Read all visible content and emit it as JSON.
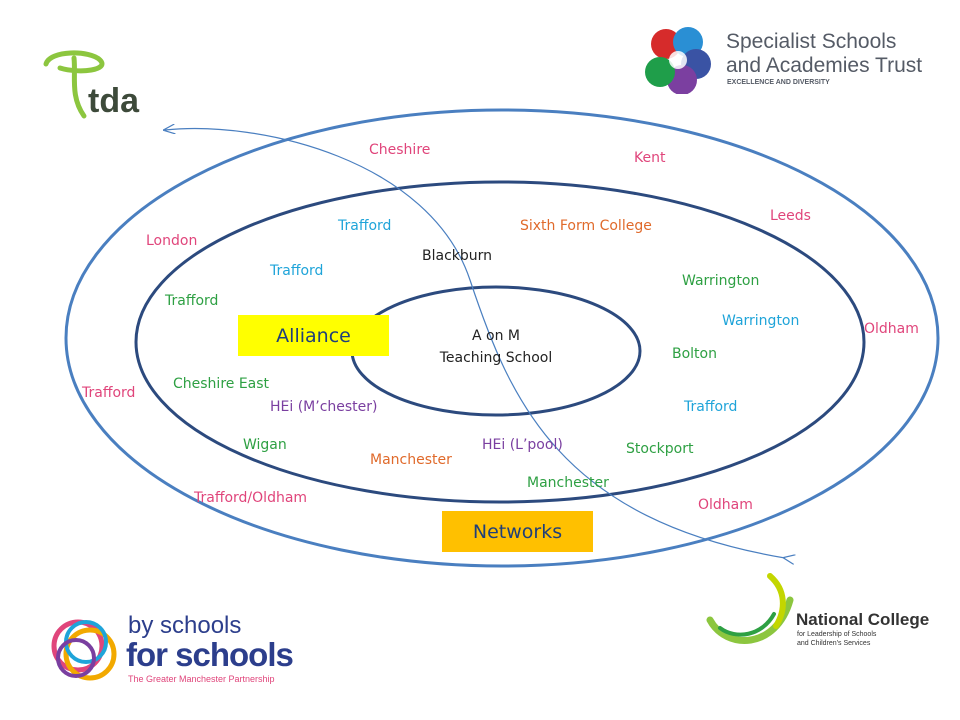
{
  "colors": {
    "outer_ring": "#4a7fc0",
    "middle_ring": "#2c4a7e",
    "inner_ring": "#2c4a7e",
    "pink": "#e0457b",
    "orange": "#e06a2b",
    "green": "#2ea043",
    "cyan": "#1fa4d9",
    "purple": "#7a3fa0",
    "alliance_box": "#ffff00",
    "networks_box": "#ffc000"
  },
  "center": {
    "line1": "A on M",
    "line2": "Teaching School"
  },
  "boxes": {
    "alliance": "Alliance",
    "networks": "Networks"
  },
  "labels": {
    "cheshire": "Cheshire",
    "kent": "Kent",
    "leeds": "Leeds",
    "london": "London",
    "trafford_top": "Trafford",
    "sixth_form": "Sixth Form College",
    "blackburn": "Blackburn",
    "trafford_cyan": "Trafford",
    "warrington_green": "Warrington",
    "trafford_green": "Trafford",
    "warrington_cyan": "Warrington",
    "oldham_right": "Oldham",
    "bolton": "Bolton",
    "trafford_left": "Trafford",
    "cheshire_east": "Cheshire East",
    "hei_mchester": "HEi  (M’chester)",
    "trafford_right": "Trafford",
    "wigan": "Wigan",
    "hei_lpool": "HEi (L’pool)",
    "stockport": "Stockport",
    "manchester_orange": "Manchester",
    "manchester_green": "Manchester",
    "trafford_oldham": "Trafford/Oldham",
    "oldham_bottom": "Oldham"
  },
  "logos": {
    "tda": {
      "text": "tda",
      "icon": "tda-swirl-icon"
    },
    "ssat": {
      "line1": "Specialist Schools",
      "line2": "and Academies Trust",
      "tagline": "EXCELLENCE AND DIVERSITY",
      "icon": "ssat-flower-icon"
    },
    "bsfs": {
      "line1": "by schools",
      "line2": "for schools",
      "tagline": "The Greater Manchester Partnership",
      "icon": "bsfs-rings-icon"
    },
    "ncsl": {
      "line1": "National College",
      "line2": "for Leadership of Schools",
      "line3": "and Children's Services",
      "icon": "ncsl-leaf-icon"
    }
  }
}
